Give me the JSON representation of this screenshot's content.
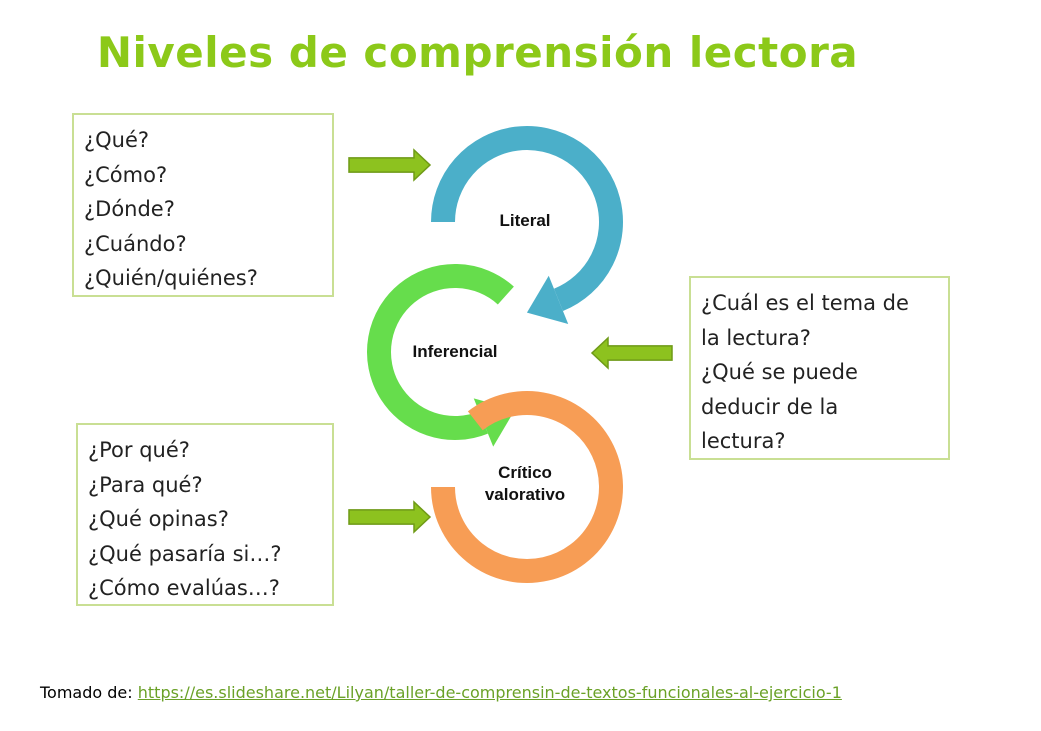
{
  "title": "Niveles de comprensión lectora",
  "levels": [
    {
      "label": "Literal",
      "color": "#4bafc9"
    },
    {
      "label": "Inferencial",
      "color": "#66dd4c"
    },
    {
      "label_line1": "Crítico",
      "label_line2": "valorativo",
      "color": "#f79d55"
    }
  ],
  "boxes": {
    "literal_questions": [
      "¿Qué?",
      "¿Cómo?",
      "¿Dónde?",
      "¿Cuándo?",
      "¿Quién/quiénes?"
    ],
    "inferential_questions": [
      "¿Cuál es el tema de",
      "la lectura?",
      "¿Qué se puede",
      "deducir de la",
      "lectura?"
    ],
    "critical_questions": [
      "¿Por qué?",
      "¿Para qué?",
      "¿Qué opinas?",
      "¿Qué pasaría si…?",
      "¿Cómo evalúas…?"
    ]
  },
  "footer": {
    "prefix": "Tomado de: ",
    "link": "https://es.slideshare.net/Lilyan/taller-de-comprensin-de-textos-funcionales-al-ejercicio-1"
  },
  "colors": {
    "arrow": "#8dc21f",
    "title": "#8cc919",
    "box_border": "#c9df94"
  }
}
